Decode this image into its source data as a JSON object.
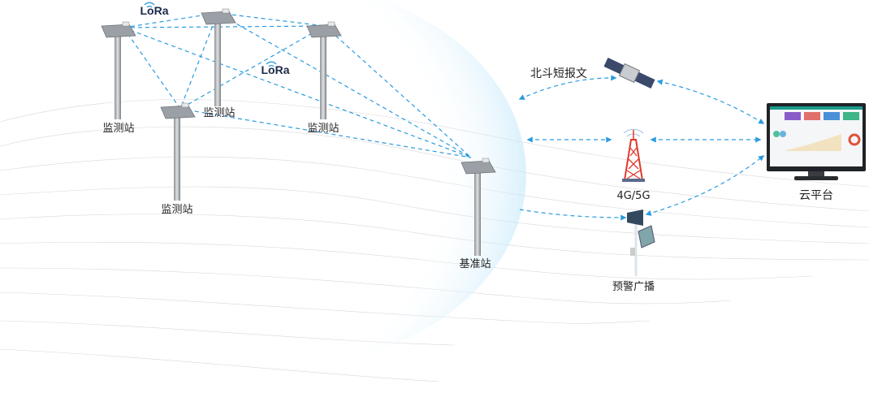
{
  "labels": {
    "monitor_station": "监测站",
    "base_station": "基准站",
    "lora": "LoRa",
    "beidou": "北斗短报文",
    "cellular": "4G/5G",
    "warning_broadcast": "预警广播",
    "cloud_platform": "云平台"
  },
  "colors": {
    "link": "#2a9be0",
    "sphere": "#8fd3f4",
    "tower_red": "#e0392b"
  }
}
